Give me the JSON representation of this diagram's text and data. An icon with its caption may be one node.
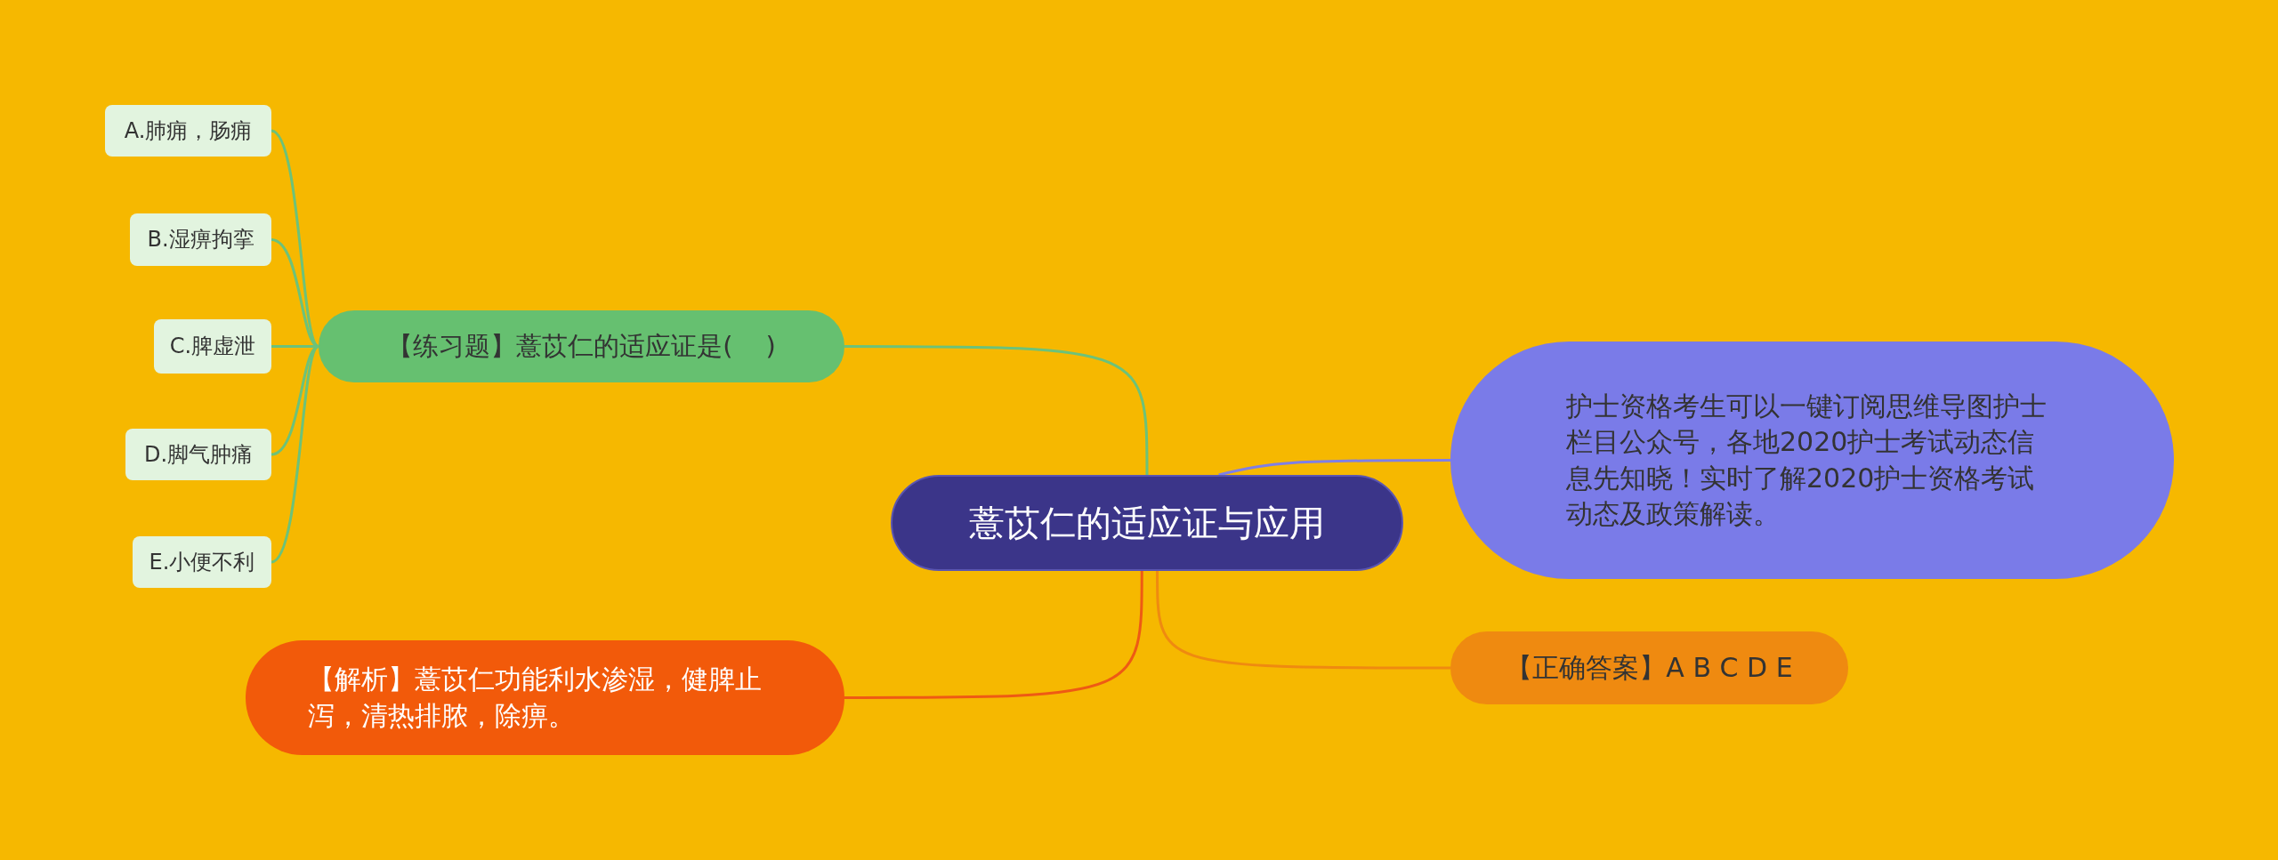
{
  "diagram": {
    "nodes": [
      {
        "text": [
          "薏苡仁的适应证与应用"
        ]
      },
      {
        "text": [
          "【练习题】薏苡仁的适应证是(    )"
        ]
      },
      {
        "text": [
          "A.肺痈，肠痈"
        ]
      },
      {
        "text": [
          "B.湿痹拘挛"
        ]
      },
      {
        "text": [
          "C.脾虚泄"
        ]
      },
      {
        "text": [
          "D.脚气肿痛"
        ]
      },
      {
        "text": [
          "E.小便不利"
        ]
      },
      {
        "text": [
          "【解析】薏苡仁功能利水渗湿，健脾止泻，清热排脓，除痹。"
        ]
      },
      {
        "text": [
          "护士资格考生可以一键订阅思维导图护士栏目公众号，各地2020护士考试动态信息先知晓！实时了解2020护士资格考试动态及政策解读。"
        ]
      },
      {
        "text": [
          "【正确答案】A B C D E"
        ]
      }
    ],
    "edges": [
      {
        "from": 0,
        "to": 1,
        "arrow": "none"
      },
      {
        "from": 1,
        "to": 2,
        "arrow": "none"
      },
      {
        "from": 1,
        "to": 3,
        "arrow": "none"
      },
      {
        "from": 1,
        "to": 4,
        "arrow": "none"
      },
      {
        "from": 1,
        "to": 5,
        "arrow": "none"
      },
      {
        "from": 1,
        "to": 6,
        "arrow": "none"
      },
      {
        "from": 0,
        "to": 7,
        "arrow": "none",
        "color": "#ee5a14"
      },
      {
        "from": 0,
        "to": 8,
        "arrow": "none",
        "color": "#7f7fe6"
      },
      {
        "from": 0,
        "to": 9,
        "arrow": "none",
        "color": "#ef8a10"
      }
    ]
  }
}
